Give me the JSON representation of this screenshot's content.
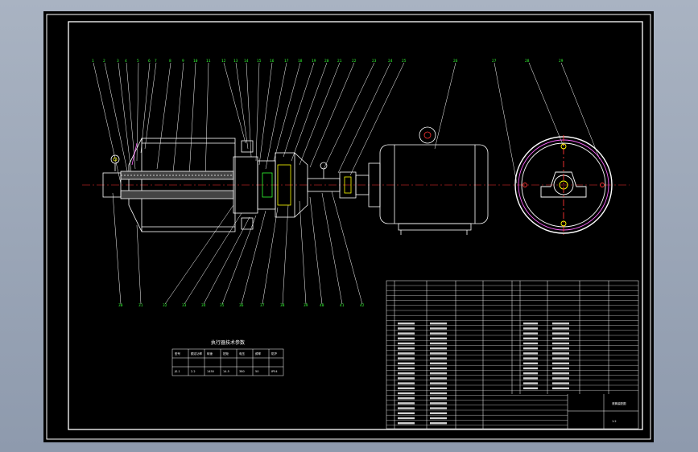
{
  "drawing": {
    "table_title": "执行器技术参数",
    "param_headers": [
      "型号",
      "额定功率",
      "转速",
      "扭矩",
      "电压",
      "频率",
      "防护"
    ],
    "param_values": [
      "JS-1",
      "2.2",
      "1450",
      "14.5",
      "380",
      "50",
      "IP54"
    ],
    "title_block": {
      "name": "滚筒装配图",
      "scale": "1:2"
    },
    "colors": {
      "background": "#000000",
      "line": "#ffffff",
      "label": "#33ff33",
      "center_line": "#ff3333",
      "accent": "#ffff00",
      "alt": "#ff66ff"
    }
  }
}
